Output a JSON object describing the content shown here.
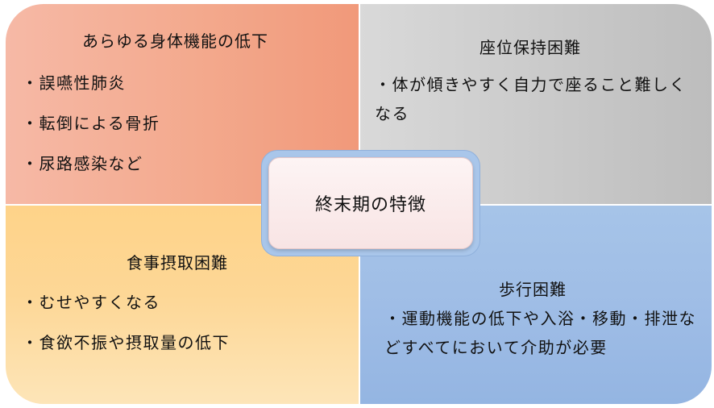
{
  "center": {
    "title": "終末期の特徴"
  },
  "quadrants": {
    "top_left": {
      "title": "あらゆる身体機能の低下",
      "items": [
        "・誤嚥性肺炎",
        "・転倒による骨折",
        "・尿路感染など"
      ]
    },
    "top_right": {
      "title": "座位保持困難",
      "text": "・体が傾きやすく自力で座ること難しくなる"
    },
    "bottom_left": {
      "title": "食事摂取困難",
      "items": [
        "・むせやすくなる",
        "・食欲不振や摂取量の低下"
      ]
    },
    "bottom_right": {
      "title": "歩行困難",
      "text": "・運動機能の低下や入浴・移動・排泄などすべてにおいて介助が必要"
    }
  },
  "colors": {
    "top_left": "#f3a98d",
    "top_right": "#c8c8c8",
    "bottom_left": "#fdd796",
    "bottom_right": "#9fbde6",
    "center_border": "#a9c6ea",
    "center_fill": "#fdf4f4"
  }
}
